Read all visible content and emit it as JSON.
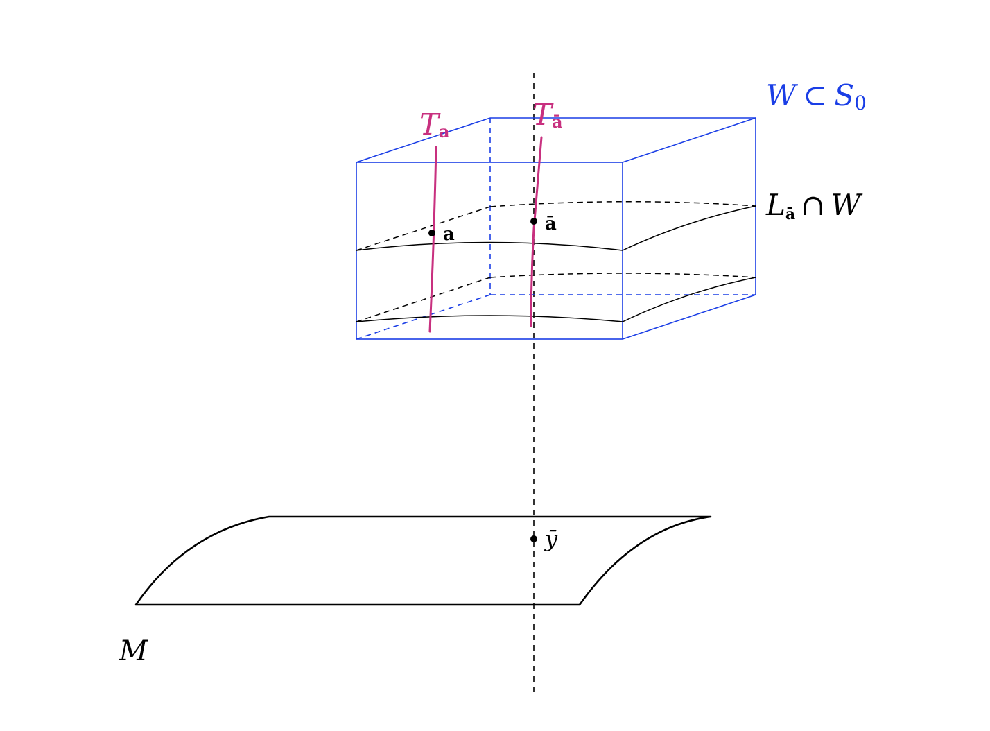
{
  "labels": {
    "box_label": {
      "w": "W",
      "subset": "⊂",
      "s": "S",
      "sub": "0"
    },
    "leaf_label": {
      "l": "L",
      "sub": "ā",
      "cap": "∩",
      "w": "W"
    },
    "transversal_a": {
      "t": "T",
      "sub": "a"
    },
    "transversal_abar": {
      "t": "T",
      "sub": "ā"
    },
    "point_a": "a",
    "point_abar": "ā",
    "point_ybar": "ȳ",
    "manifold": "M"
  },
  "colors": {
    "box": "#1a3ee6",
    "transversal": "#c8307f",
    "ink": "#000000"
  }
}
